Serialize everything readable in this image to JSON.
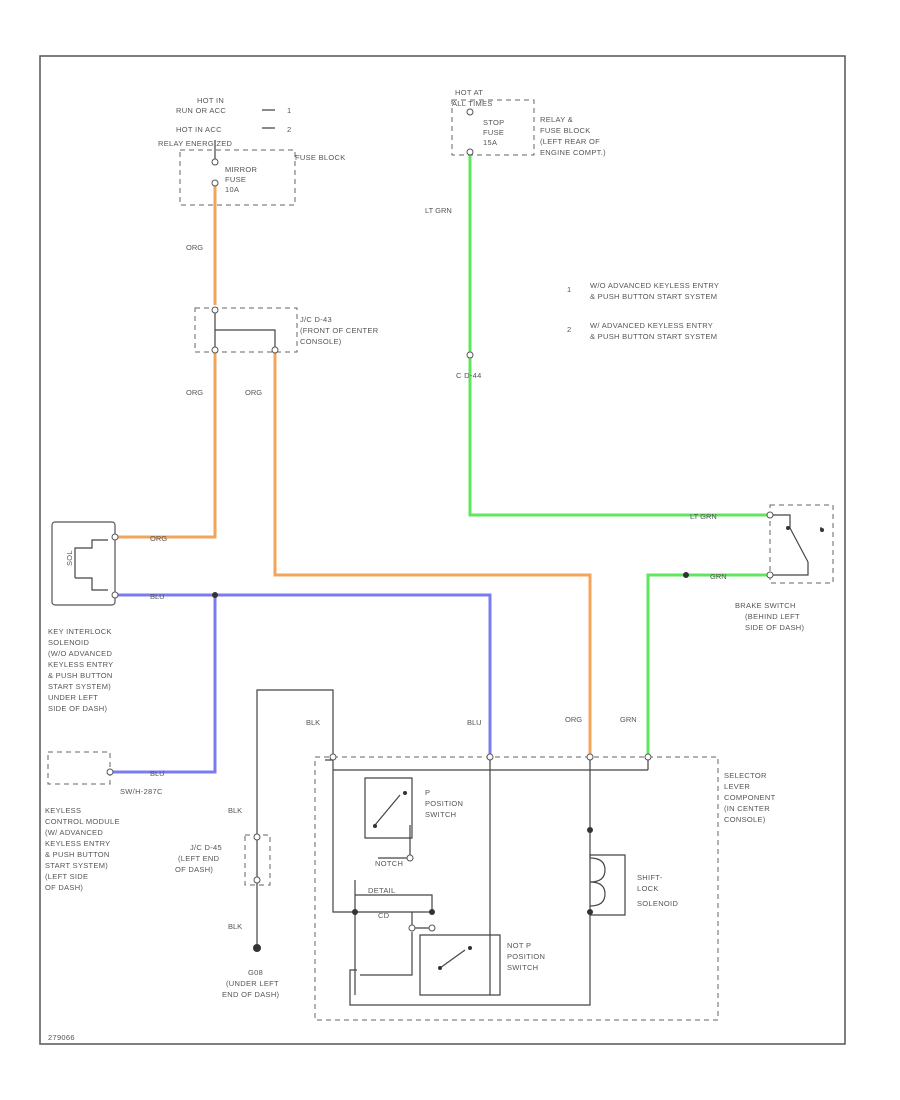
{
  "colors": {
    "org": "#f2a45a",
    "blu": "#7b7bf0",
    "grn": "#5ee65e",
    "blk": "#444444"
  },
  "labels": {
    "hot_in_run": [
      "HOT IN",
      "RUN OR ACC"
    ],
    "hot_in_acc": [
      "HOT IN ACC",
      "RELAY ENERGIZED"
    ],
    "fuse_num_1": "1",
    "fuse_num_2": "2",
    "mirror_fuse": [
      "MIRROR",
      "FUSE",
      "10A"
    ],
    "fuse_block": "FUSE BLOCK",
    "hot_at_all_times": [
      "HOT AT",
      "ALL TIMES"
    ],
    "stop_fuse": [
      "STOP",
      "FUSE",
      "15A"
    ],
    "relay_fuse_block": [
      "RELAY &",
      "FUSE BLOCK",
      "(LEFT REAR OF",
      "ENGINE COMPT.)"
    ],
    "jc_d43": [
      "J/C D-43",
      "(FRONT OF CENTER",
      "CONSOLE)"
    ],
    "connector_c": "C D-44",
    "key_interlock": [
      "KEY INTERLOCK",
      "SOLENOID",
      "(W/O ADVANCED",
      "KEYLESS ENTRY",
      "& PUSH BUTTON",
      "START SYSTEM)",
      "UNDER LEFT",
      "SIDE OF DASH)"
    ],
    "keyless_module": [
      "KEYLESS",
      "CONTROL MODULE",
      "(W/ ADVANCED",
      "KEYLESS ENTRY",
      "& PUSH BUTTON",
      "START SYSTEM)",
      "(LEFT SIDE",
      "OF DASH)"
    ],
    "brake_switch": [
      "BRAKE SWITCH",
      "(BEHIND LEFT",
      "SIDE OF DASH)"
    ],
    "selector_lever": [
      "SELECTOR",
      "LEVER",
      "COMPONENT",
      "(IN CENTER",
      "CONSOLE)"
    ],
    "p_position": [
      "P",
      "POSITION",
      "SWITCH"
    ],
    "not_p_position": [
      "NOT P",
      "POSITION",
      "SWITCH"
    ],
    "shift_lock": [
      "SHIFT-",
      "LOCK",
      "SOLENOID"
    ],
    "jc_d45": [
      "J/C D-45",
      "(LEFT END",
      "OF DASH)"
    ],
    "ground": [
      "G08",
      "(UNDER LEFT",
      "END OF DASH)"
    ],
    "sol_text": "SOL",
    "cd_text": "CD",
    "detail_text": "DETAIL",
    "notch_text": "NOTCH",
    "sw_code": "SW/H-287C",
    "footer_code": "279066"
  },
  "legend": [
    {
      "num": "1",
      "text": [
        "W/O ADVANCED KEYLESS ENTRY",
        "& PUSH BUTTON START SYSTEM"
      ]
    },
    {
      "num": "2",
      "text": [
        "W/ ADVANCED KEYLESS ENTRY",
        "& PUSH BUTTON START SYSTEM"
      ]
    }
  ],
  "wire_labels": {
    "org_top": "ORG",
    "org_left": "ORG",
    "org_right": "ORG",
    "org_solenoid": "ORG",
    "org_selector": "ORG",
    "blu_solenoid": "BLU",
    "blu_selector": "BLU",
    "blu_keyless": "BLU",
    "lt_grn_top": "LT GRN",
    "lt_grn_brake": "LT GRN",
    "grn_brake": "GRN",
    "grn_selector": "GRN",
    "blk_top": "BLK",
    "blk_mid": "BLK",
    "blk_bottom": "BLK"
  }
}
